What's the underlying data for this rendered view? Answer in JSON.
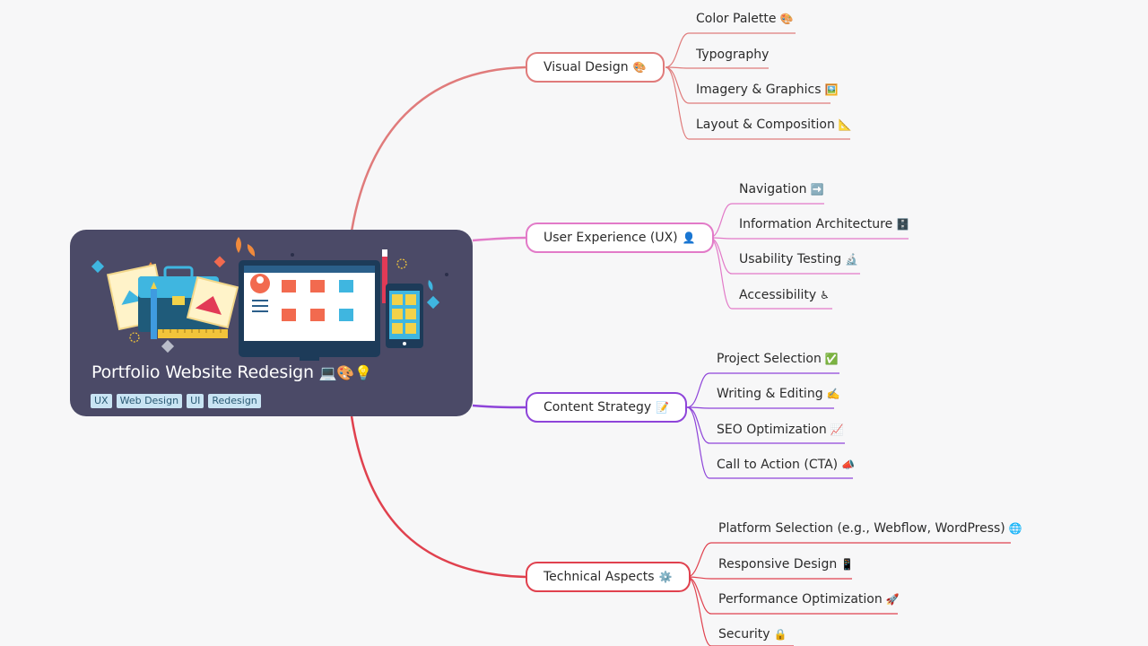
{
  "central": {
    "title": "Portfolio Website Redesign",
    "title_emoji": "💻🎨💡",
    "tags": [
      "UX",
      "Web Design",
      "UI",
      "Redesign"
    ]
  },
  "branches": [
    {
      "label": "Visual Design",
      "emoji": "🎨",
      "color": "#e07b7b",
      "children": [
        {
          "label": "Color Palette",
          "emoji": "🎨"
        },
        {
          "label": "Typography",
          "emoji": ""
        },
        {
          "label": "Imagery & Graphics",
          "emoji": "🖼️"
        },
        {
          "label": "Layout & Composition",
          "emoji": "📐"
        }
      ]
    },
    {
      "label": "User Experience (UX)",
      "emoji": "👤",
      "color": "#e27ac8",
      "children": [
        {
          "label": "Navigation",
          "emoji": "➡️"
        },
        {
          "label": "Information Architecture",
          "emoji": "🗄️"
        },
        {
          "label": "Usability Testing",
          "emoji": "🔬"
        },
        {
          "label": "Accessibility",
          "emoji": "♿"
        }
      ]
    },
    {
      "label": "Content Strategy",
      "emoji": "📝",
      "color": "#8e44d9",
      "children": [
        {
          "label": "Project Selection",
          "emoji": "✅"
        },
        {
          "label": "Writing & Editing",
          "emoji": "✍️"
        },
        {
          "label": "SEO Optimization",
          "emoji": "📈"
        },
        {
          "label": "Call to Action (CTA)",
          "emoji": "📣"
        }
      ]
    },
    {
      "label": "Technical Aspects",
      "emoji": "⚙️",
      "color": "#e0414e",
      "children": [
        {
          "label": "Platform Selection (e.g., Webflow, WordPress)",
          "emoji": "🌐"
        },
        {
          "label": "Responsive Design",
          "emoji": "📱"
        },
        {
          "label": "Performance Optimization",
          "emoji": "🚀"
        },
        {
          "label": "Security",
          "emoji": "🔒"
        }
      ]
    }
  ]
}
